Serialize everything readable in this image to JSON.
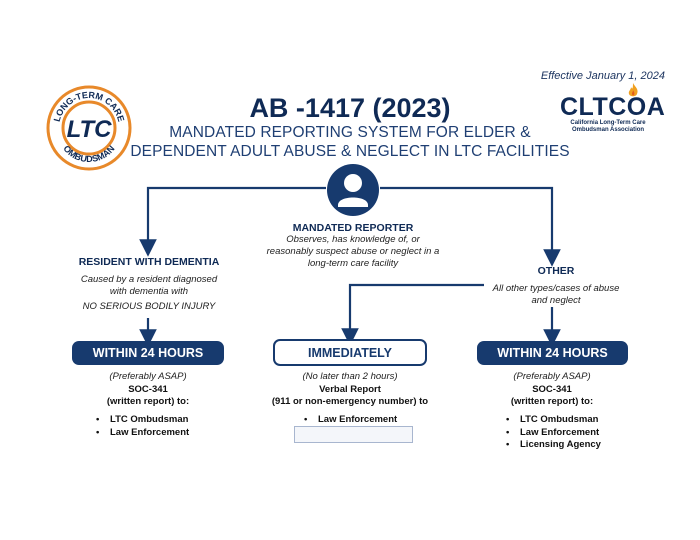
{
  "header": {
    "effective": "Effective January 1, 2024",
    "title": "AB -1417 (2023)",
    "subtitle_line1": "MANDATED REPORTING SYSTEM FOR ELDER &",
    "subtitle_line2": "DEPENDENT ADULT ABUSE & NEGLECT IN LTC FACILITIES"
  },
  "logo_left": {
    "top_text": "LONG-TERM CARE",
    "center_text": "LTC",
    "bottom_text": "OMBUDSMAN"
  },
  "logo_right": {
    "acronym": "CLTCOA",
    "line1": "California Long-Term Care",
    "line2": "Ombudsman Association"
  },
  "reporter": {
    "title": "MANDATED REPORTER",
    "desc1": "Observes, has knowledge of, or",
    "desc2": "reasonably suspect abuse or neglect in a",
    "desc3": "long-term care facility"
  },
  "left_branch": {
    "title": "RESIDENT WITH DEMENTIA",
    "desc1": "Caused by a resident diagnosed",
    "desc2": "with dementia with",
    "desc3": "NO SERIOUS BODILY INJURY",
    "badge": "WITHIN 24 HOURS",
    "note": "(Preferably ASAP)",
    "form": "SOC-341",
    "form2": "(written report) to:",
    "recipients": [
      "LTC Ombudsman",
      "Law Enforcement"
    ]
  },
  "middle_branch": {
    "badge": "IMMEDIATELY",
    "note": "(No later than 2 hours)",
    "report": "Verbal Report",
    "report2": "(911 or non-emergency number) to",
    "recipients": [
      "Law Enforcement"
    ]
  },
  "right_branch": {
    "title": "OTHER",
    "desc1": "All other types/cases of abuse",
    "desc2": "and neglect",
    "badge": "WITHIN 24 HOURS",
    "note": "(Preferably ASAP)",
    "form": "SOC-341",
    "form2": "(written report) to:",
    "recipients": [
      "LTC Ombudsman",
      "Law Enforcement",
      "Licensing Agency"
    ]
  },
  "colors": {
    "navy": "#173a6e",
    "orange": "#e8892a"
  }
}
